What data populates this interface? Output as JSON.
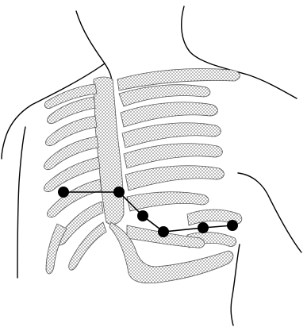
{
  "diagram": {
    "subject": "chest-electrode-placement",
    "electrodes": [
      "V1",
      "V2",
      "V3",
      "V4",
      "V5",
      "V6"
    ],
    "colors": {
      "background": "#ffffff",
      "outline": "#000000",
      "bone_dots": "#8a8a8a",
      "electrode": "#000000"
    }
  }
}
